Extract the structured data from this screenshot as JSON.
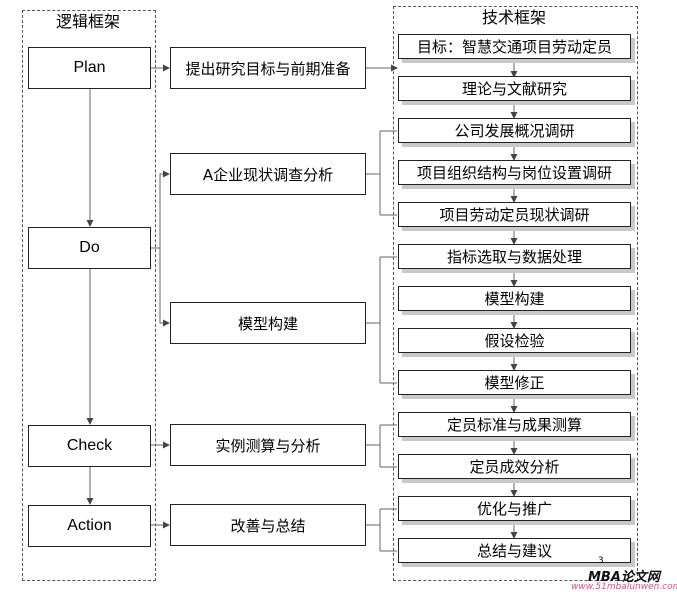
{
  "logic_frame": {
    "title": "逻辑框架",
    "steps": [
      "Plan",
      "Do",
      "Check",
      "Action"
    ]
  },
  "middle": {
    "items": [
      "提出研究目标与前期准备",
      "A企业现状调查分析",
      "模型构建",
      "实例测算与分析",
      "改善与总结"
    ]
  },
  "tech_frame": {
    "title": "技术框架",
    "items": [
      "目标：智慧交通项目劳动定员",
      "理论与文献研究",
      "公司发展概况调研",
      "项目组织结构与岗位设置调研",
      "项目劳动定员现状调研",
      "指标选取与数据处理",
      "模型构建",
      "假设检验",
      "模型修正",
      "定员标准与成果测算",
      "定员成效分析",
      "优化与推广",
      "总结与建议"
    ]
  },
  "watermark": {
    "page_number": "3",
    "logo": "MBA论文网",
    "url": "www.51mbalunwen.com"
  }
}
